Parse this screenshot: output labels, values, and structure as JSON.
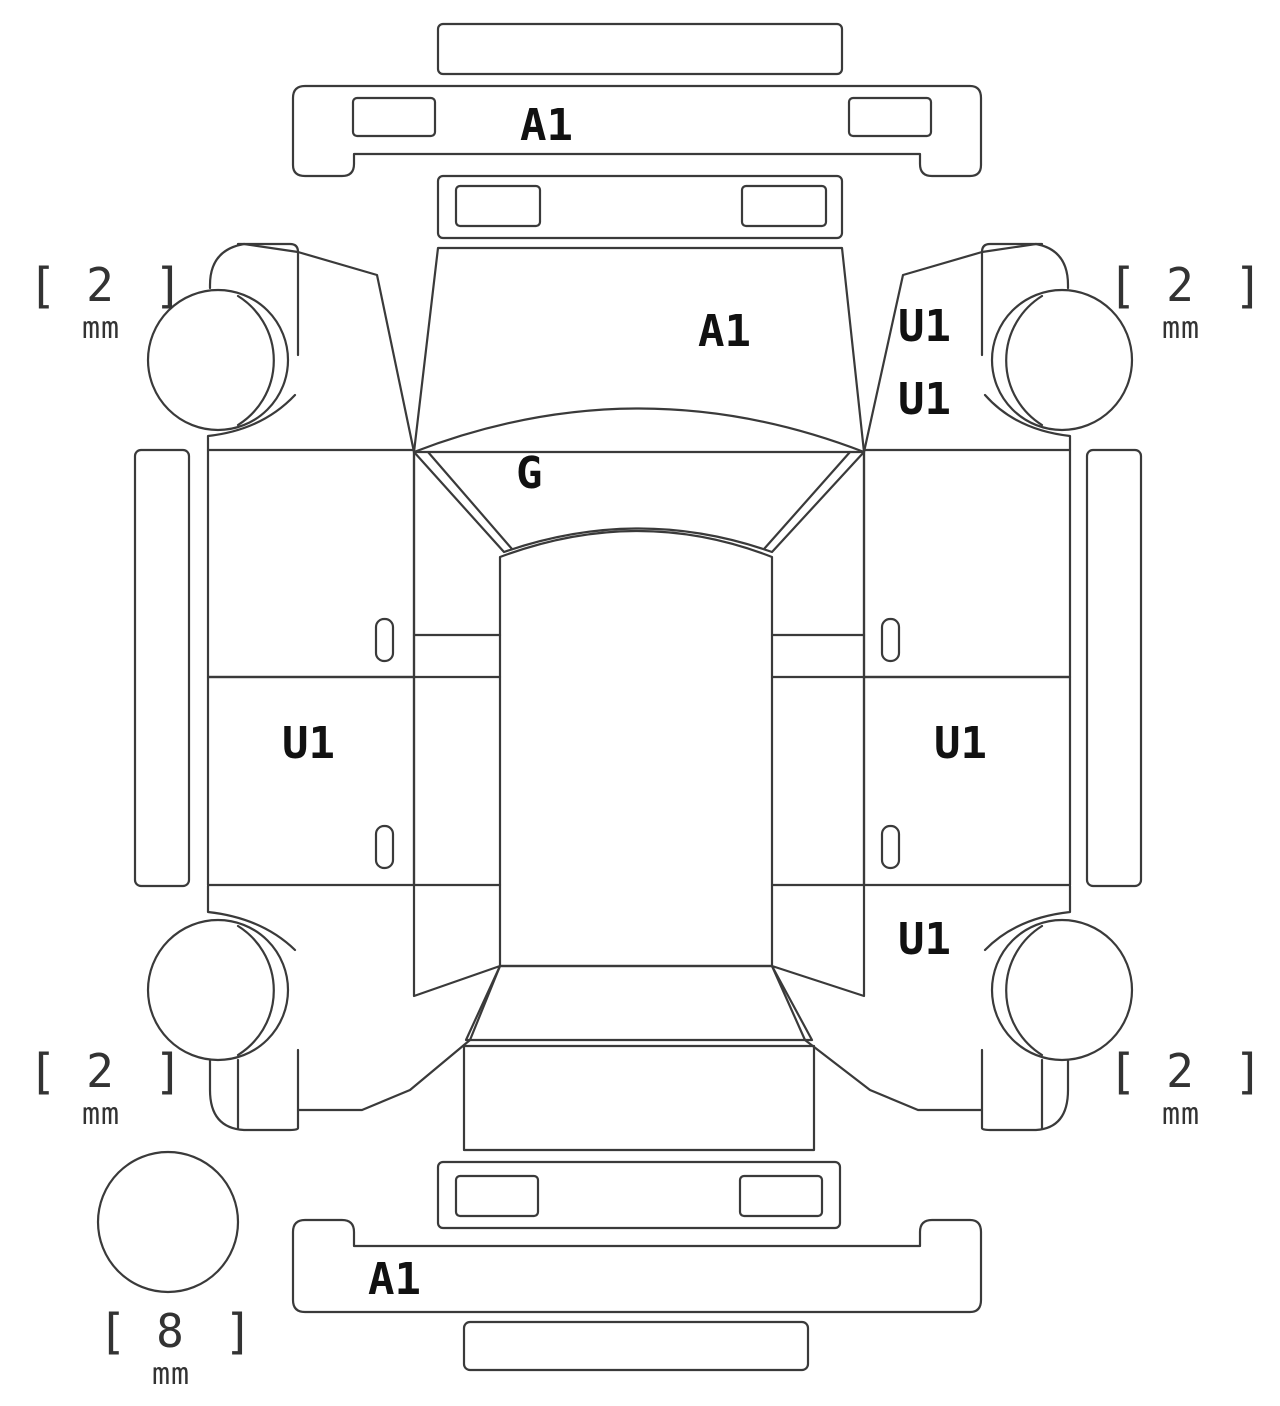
{
  "colors": {
    "line": "#3a3a3a",
    "label": "#111111",
    "background": "#ffffff"
  },
  "damage_labels": {
    "front_bumper": "A1",
    "hood": "A1",
    "front_right_fender_1": "U1",
    "front_right_fender_2": "U1",
    "windshield": "G",
    "left_doors": "U1",
    "right_doors": "U1",
    "rear_right_quarter": "U1",
    "rear_bumper": "A1"
  },
  "tread_depths": {
    "front_left": {
      "value": "2",
      "unit": "mm"
    },
    "front_right": {
      "value": "2",
      "unit": "mm"
    },
    "rear_left": {
      "value": "2",
      "unit": "mm"
    },
    "rear_right": {
      "value": "2",
      "unit": "mm"
    },
    "spare": {
      "value": "8",
      "unit": "mm"
    }
  }
}
